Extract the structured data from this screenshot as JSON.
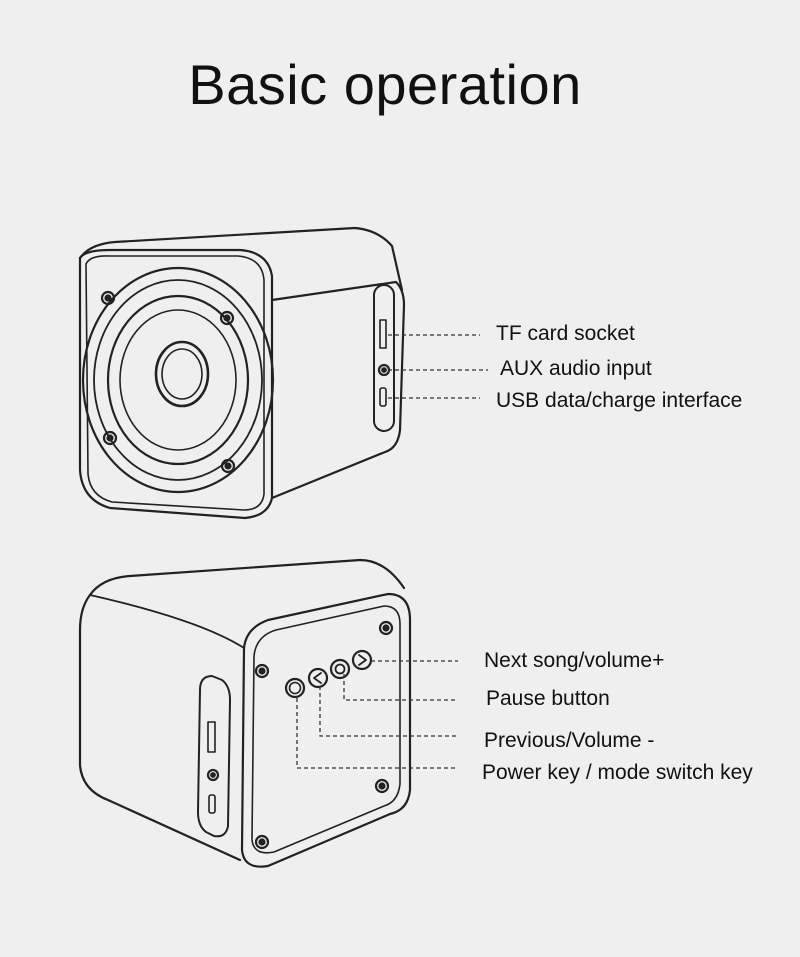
{
  "title": "Basic operation",
  "diagram_1": {
    "labels": [
      "TF card socket",
      "AUX audio input",
      "USB data/charge interface"
    ]
  },
  "diagram_2": {
    "labels": [
      "Next song/volume+",
      "Pause button",
      "Previous/Volume -",
      "Power key / mode switch key"
    ]
  },
  "colors": {
    "background": "#efefef",
    "line": "#222222",
    "text": "#111111"
  }
}
